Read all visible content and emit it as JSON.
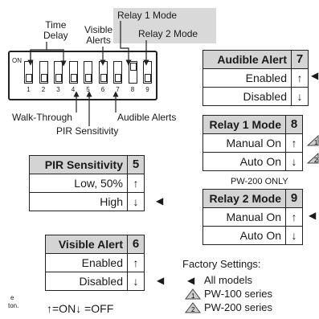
{
  "labels": {
    "time_delay": "Time\nDelay",
    "visible_alerts": "Visible\nAlerts",
    "relay1_mode": "Relay 1 Mode",
    "relay2_mode": "Relay 2 Mode",
    "walk_through": "Walk-Through",
    "pir_sensitivity": "PIR Sensitivity",
    "audible_alerts": "Audible Alerts",
    "on": "ON",
    "clipped_left_1": "e",
    "clipped_left_2": "ton."
  },
  "switches": [
    {
      "num": "1",
      "state": "down"
    },
    {
      "num": "2",
      "state": "down"
    },
    {
      "num": "3",
      "state": "down"
    },
    {
      "num": "4",
      "state": "down"
    },
    {
      "num": "5",
      "state": "down"
    },
    {
      "num": "6",
      "state": "down"
    },
    {
      "num": "7",
      "state": "down"
    },
    {
      "num": "8",
      "state": "up"
    },
    {
      "num": "9",
      "state": "down"
    }
  ],
  "tables": {
    "audible_alert": {
      "title": "Audible Alert",
      "num": "7",
      "rows": [
        {
          "label": "Enabled",
          "arrow": "↑",
          "default": "all"
        },
        {
          "label": "Disabled",
          "arrow": "↓",
          "default": ""
        }
      ]
    },
    "relay1": {
      "title": "Relay 1 Mode",
      "num": "8",
      "rows": [
        {
          "label": "Manual On",
          "arrow": "↑",
          "default": "pw100"
        },
        {
          "label": "Auto On",
          "arrow": "↓",
          "default": "pw200"
        }
      ]
    },
    "relay2": {
      "title": "Relay 2 Mode",
      "num": "9",
      "rows": [
        {
          "label": "Manual On",
          "arrow": "↑",
          "default": "all"
        },
        {
          "label": "Auto On",
          "arrow": "↓",
          "default": ""
        }
      ]
    },
    "pir": {
      "title": "PIR Sensitivity",
      "num": "5",
      "rows": [
        {
          "label": "Low, 50%",
          "arrow": "↑",
          "default": ""
        },
        {
          "label": "High",
          "arrow": "↓",
          "default": "all"
        }
      ]
    },
    "visible": {
      "title": "Visible Alert",
      "num": "6",
      "rows": [
        {
          "label": "Enabled",
          "arrow": "↑",
          "default": ""
        },
        {
          "label": "Disabled",
          "arrow": "↓",
          "default": "all"
        }
      ]
    }
  },
  "pw200_only": "PW-200 ONLY",
  "legend": {
    "on_arrow": "↑",
    "on_text": "=ON",
    "off_arrow": "↓",
    "off_text": " =OFF"
  },
  "factory": {
    "heading": "Factory Settings:",
    "all_models": "All models",
    "pw100": "PW-100 series",
    "pw200": "PW-200 series",
    "pw100_badge": "1",
    "pw200_badge": "2"
  }
}
